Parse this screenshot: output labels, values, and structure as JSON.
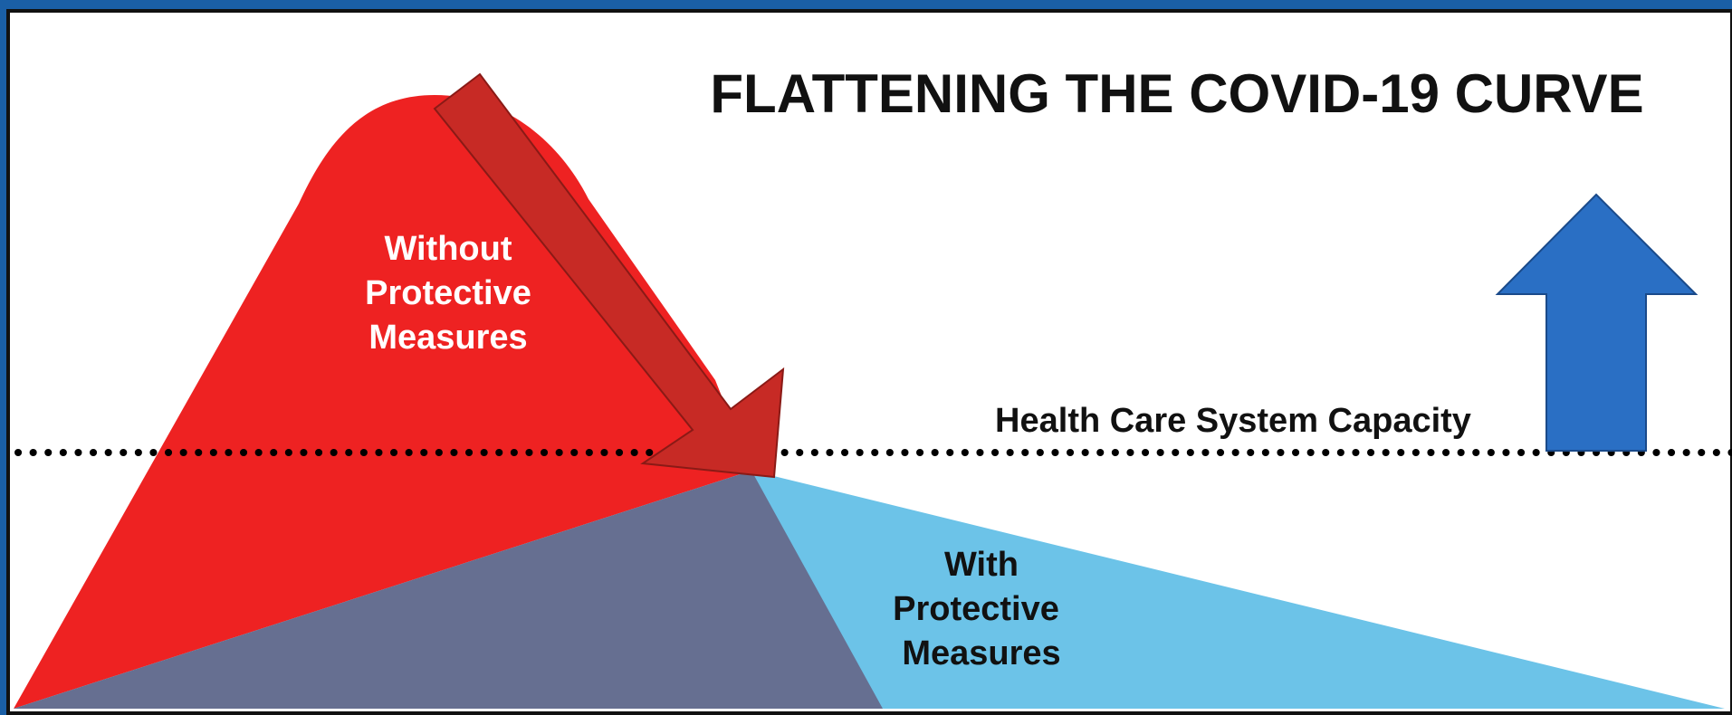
{
  "title": "FLATTENING THE COVID-19 CURVE",
  "capacity_label": "Health Care System Capacity",
  "without_curve": {
    "lines": [
      "Without",
      "Protective",
      "Measures"
    ]
  },
  "with_curve": {
    "lines": [
      "With",
      "Protective",
      "Measures"
    ]
  },
  "colors": {
    "frame_outer": "#1a5fa6",
    "frame_inner": "#111111",
    "background": "#ffffff",
    "without_fill": "#ee2222",
    "with_fill": "#6cc3e8",
    "overlap_fill": "#666f91",
    "down_arrow_fill": "#c72a25",
    "down_arrow_stroke": "#8a1a16",
    "up_arrow_fill": "#2a6fc4",
    "up_arrow_stroke": "#1a4a8a",
    "capacity_line": "#000000",
    "title_text": "#111111",
    "without_text": "#ffffff",
    "with_text": "#111111"
  },
  "icons": {
    "down_arrow": "down-right-arrow-icon",
    "up_arrow": "up-arrow-icon"
  }
}
